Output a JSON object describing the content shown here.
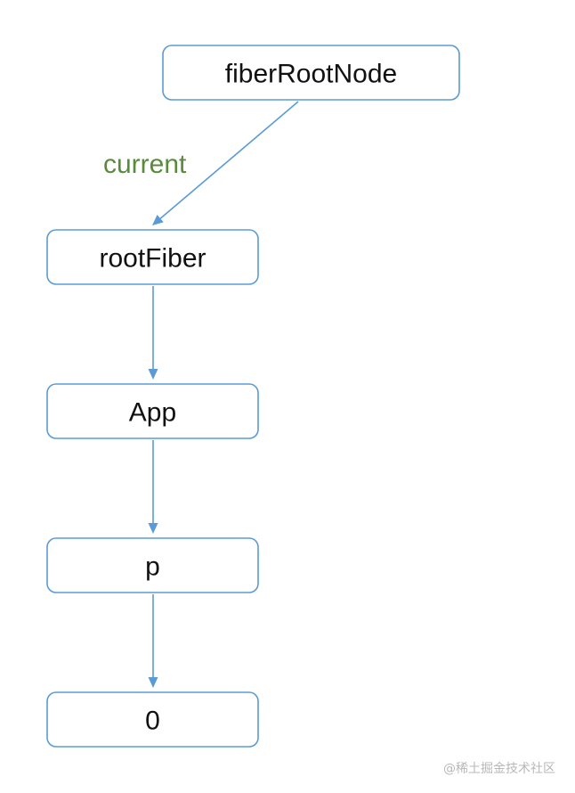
{
  "diagram": {
    "nodes": [
      {
        "id": "fiberRootNode",
        "label": "fiberRootNode"
      },
      {
        "id": "rootFiber",
        "label": "rootFiber"
      },
      {
        "id": "app",
        "label": "App"
      },
      {
        "id": "p",
        "label": "p"
      },
      {
        "id": "zero",
        "label": "0"
      }
    ],
    "edges": [
      {
        "from": "fiberRootNode",
        "to": "rootFiber",
        "label": "current"
      },
      {
        "from": "rootFiber",
        "to": "app",
        "label": ""
      },
      {
        "from": "app",
        "to": "p",
        "label": ""
      },
      {
        "from": "p",
        "to": "zero",
        "label": ""
      }
    ],
    "colors": {
      "box_stroke": "#5b9bd5",
      "arrow": "#5b9bd5",
      "edge_label": "#5a8a3c",
      "text": "#111111"
    }
  },
  "watermark": "@稀土掘金技术社区"
}
